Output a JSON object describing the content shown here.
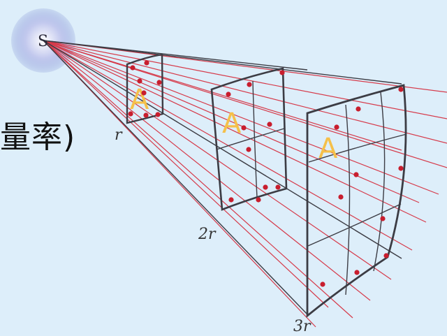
{
  "source_label": "S",
  "caption": "量率)",
  "distance_labels": [
    "r",
    "2r",
    "3r"
  ],
  "area_label": "A",
  "colors": {
    "background": "#ddeefa",
    "ray": "#d63a4a",
    "dot": "#c81e2e",
    "outline": "#3c3c44",
    "area_label": "#f5c04a",
    "source_glow": "#8a9ad8"
  }
}
